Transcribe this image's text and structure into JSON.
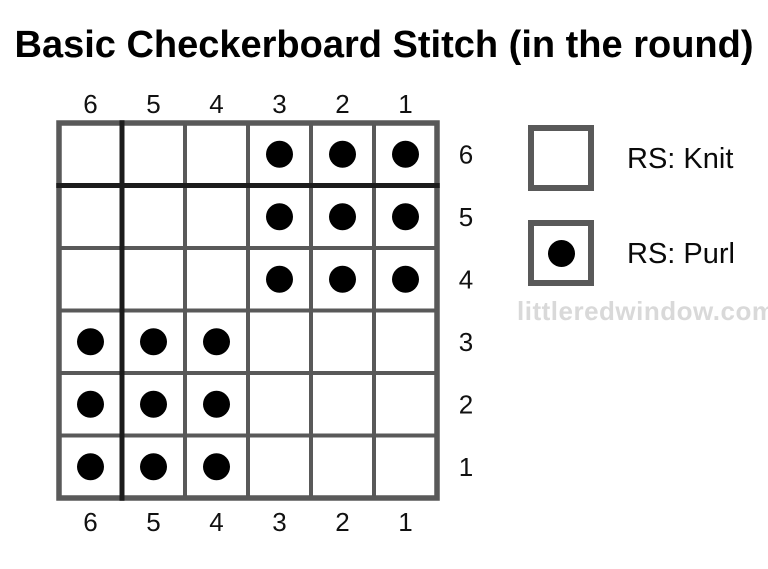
{
  "title": "Basic Checkerboard Stitch (in the round)",
  "watermark": "littleredwindow.com",
  "colors": {
    "background": "#ffffff",
    "grid_line": "#595959",
    "accent_line": "#1c1c1c",
    "dot": "#000000",
    "label": "#111111",
    "title": "#000000",
    "watermark": "#d9d9d9"
  },
  "legend": {
    "items": [
      {
        "symbol": "empty-square",
        "label": "RS: Knit"
      },
      {
        "symbol": "dot-square",
        "label": "RS: Purl"
      }
    ]
  },
  "chart_data": {
    "type": "heatmap",
    "title": "Basic Checkerboard Stitch (in the round)",
    "description": "6x6 knitting stitch chart; 1 = purl dot symbol, 0 = empty knit square; 3x3 checkerboard blocks",
    "columns_top": [
      "6",
      "5",
      "4",
      "3",
      "2",
      "1"
    ],
    "columns_bottom": [
      "6",
      "5",
      "4",
      "3",
      "2",
      "1"
    ],
    "rows_right": [
      "6",
      "5",
      "4",
      "3",
      "2",
      "1"
    ],
    "grid": [
      [
        0,
        0,
        0,
        1,
        1,
        1
      ],
      [
        0,
        0,
        0,
        1,
        1,
        1
      ],
      [
        0,
        0,
        0,
        1,
        1,
        1
      ],
      [
        1,
        1,
        1,
        0,
        0,
        0
      ],
      [
        1,
        1,
        1,
        0,
        0,
        0
      ],
      [
        1,
        1,
        1,
        0,
        0,
        0
      ]
    ],
    "cell_legend": {
      "0": "RS: Knit",
      "1": "RS: Purl"
    },
    "layout_hints": {
      "column_labels": "top and bottom",
      "row_labels": "right",
      "bold_line_after_top_row": true,
      "bold_line_after_left_column": true,
      "grid_border": "heavy gray outer border"
    }
  }
}
